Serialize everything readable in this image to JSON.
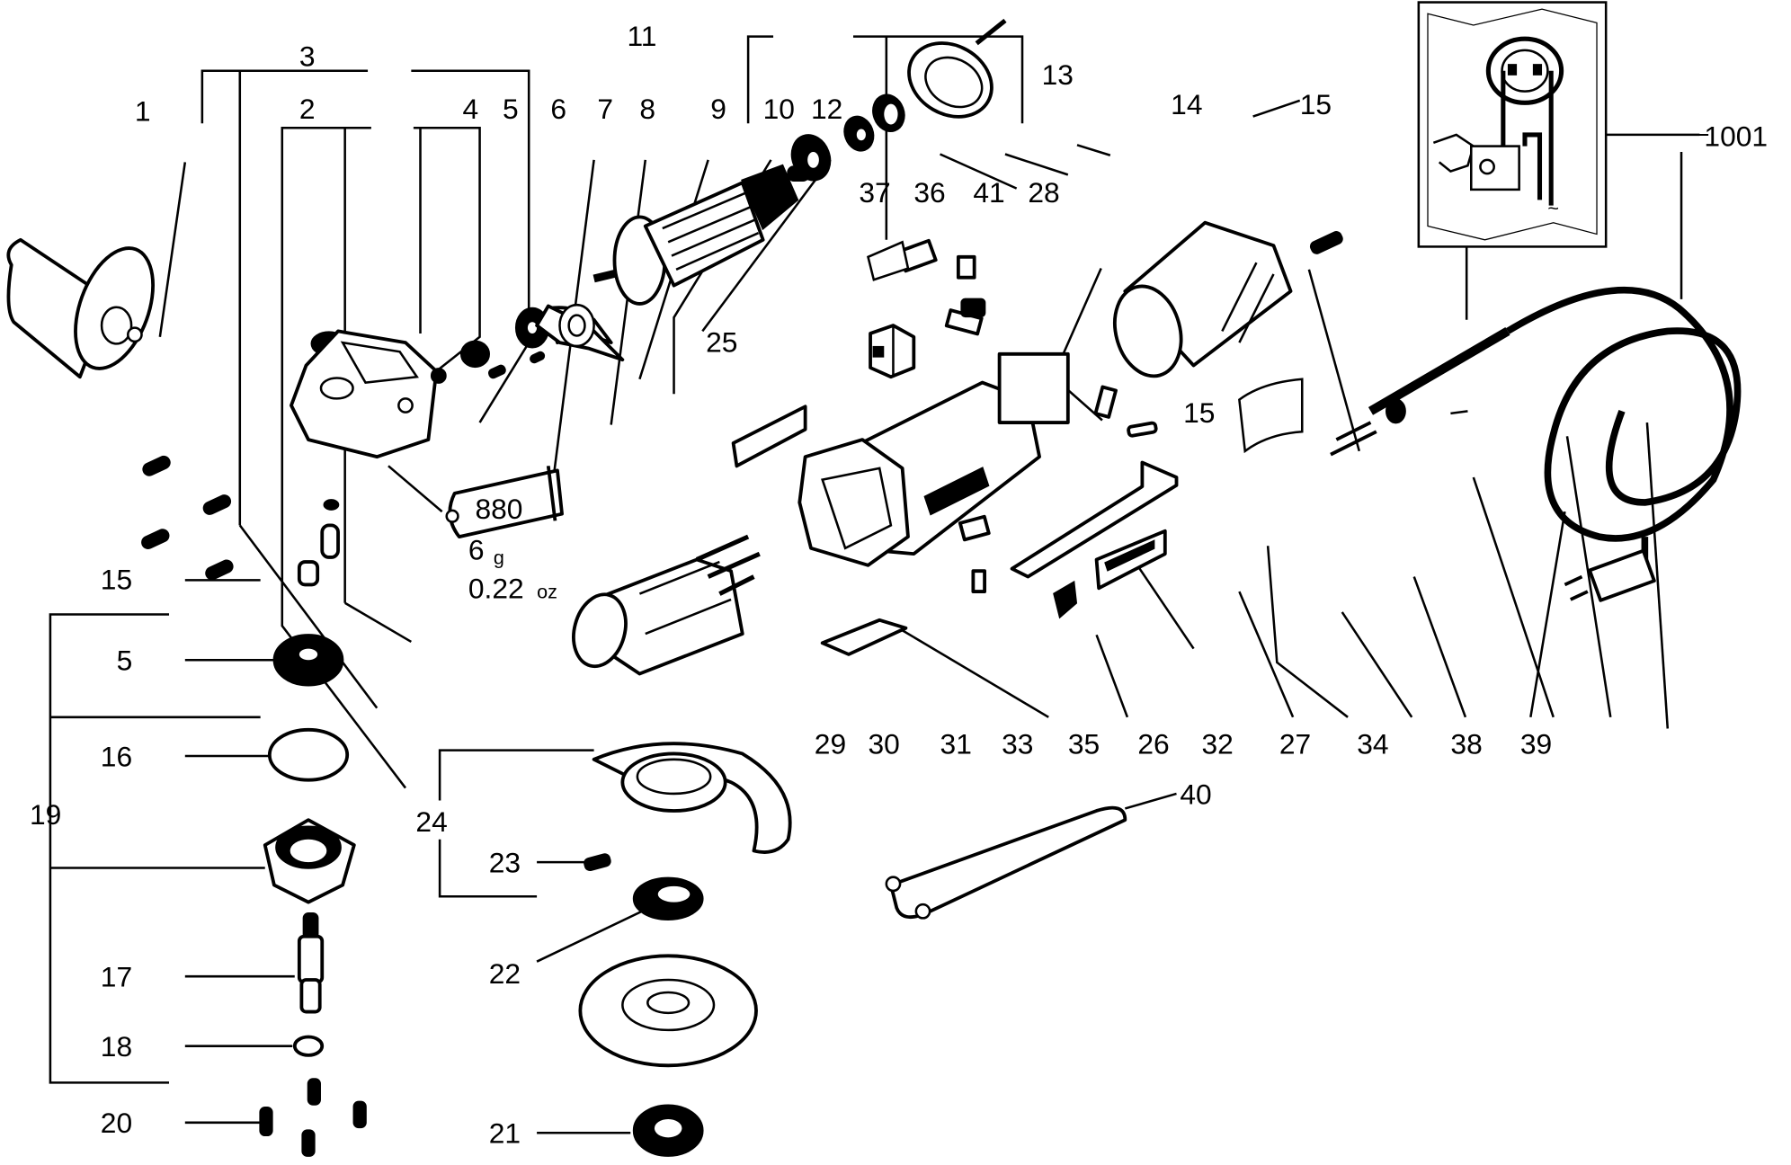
{
  "diagram": {
    "type": "exploded-parts-diagram",
    "subject": "angle grinder",
    "colors": {
      "line": "#000000",
      "background": "#ffffff"
    },
    "callouts": [
      {
        "id": "1",
        "label": "1"
      },
      {
        "id": "2",
        "label": "2"
      },
      {
        "id": "3",
        "label": "3"
      },
      {
        "id": "4",
        "label": "4"
      },
      {
        "id": "5a",
        "label": "5"
      },
      {
        "id": "6",
        "label": "6"
      },
      {
        "id": "7",
        "label": "7"
      },
      {
        "id": "8",
        "label": "8"
      },
      {
        "id": "9",
        "label": "9"
      },
      {
        "id": "10",
        "label": "10"
      },
      {
        "id": "11",
        "label": "11"
      },
      {
        "id": "12",
        "label": "12"
      },
      {
        "id": "13",
        "label": "13"
      },
      {
        "id": "14",
        "label": "14"
      },
      {
        "id": "15a",
        "label": "15"
      },
      {
        "id": "15b",
        "label": "15"
      },
      {
        "id": "15c",
        "label": "15"
      },
      {
        "id": "5b",
        "label": "5"
      },
      {
        "id": "16",
        "label": "16"
      },
      {
        "id": "17",
        "label": "17"
      },
      {
        "id": "18",
        "label": "18"
      },
      {
        "id": "19",
        "label": "19"
      },
      {
        "id": "20",
        "label": "20"
      },
      {
        "id": "21",
        "label": "21"
      },
      {
        "id": "22",
        "label": "22"
      },
      {
        "id": "23",
        "label": "23"
      },
      {
        "id": "24",
        "label": "24"
      },
      {
        "id": "25",
        "label": "25"
      },
      {
        "id": "26",
        "label": "26"
      },
      {
        "id": "27",
        "label": "27"
      },
      {
        "id": "28",
        "label": "28"
      },
      {
        "id": "29",
        "label": "29"
      },
      {
        "id": "30",
        "label": "30"
      },
      {
        "id": "31",
        "label": "31"
      },
      {
        "id": "32",
        "label": "32"
      },
      {
        "id": "33",
        "label": "33"
      },
      {
        "id": "34",
        "label": "34"
      },
      {
        "id": "35",
        "label": "35"
      },
      {
        "id": "36",
        "label": "36"
      },
      {
        "id": "37",
        "label": "37"
      },
      {
        "id": "38",
        "label": "38"
      },
      {
        "id": "39",
        "label": "39"
      },
      {
        "id": "40",
        "label": "40"
      },
      {
        "id": "41",
        "label": "41"
      },
      {
        "id": "1001",
        "label": "1001"
      }
    ],
    "grease_tube": {
      "code": "880",
      "amount_metric": "6",
      "unit_metric": "g",
      "amount_imperial": "0.22",
      "unit_imperial": "oz"
    },
    "inset": {
      "label": "1001",
      "symbol": "~"
    }
  }
}
